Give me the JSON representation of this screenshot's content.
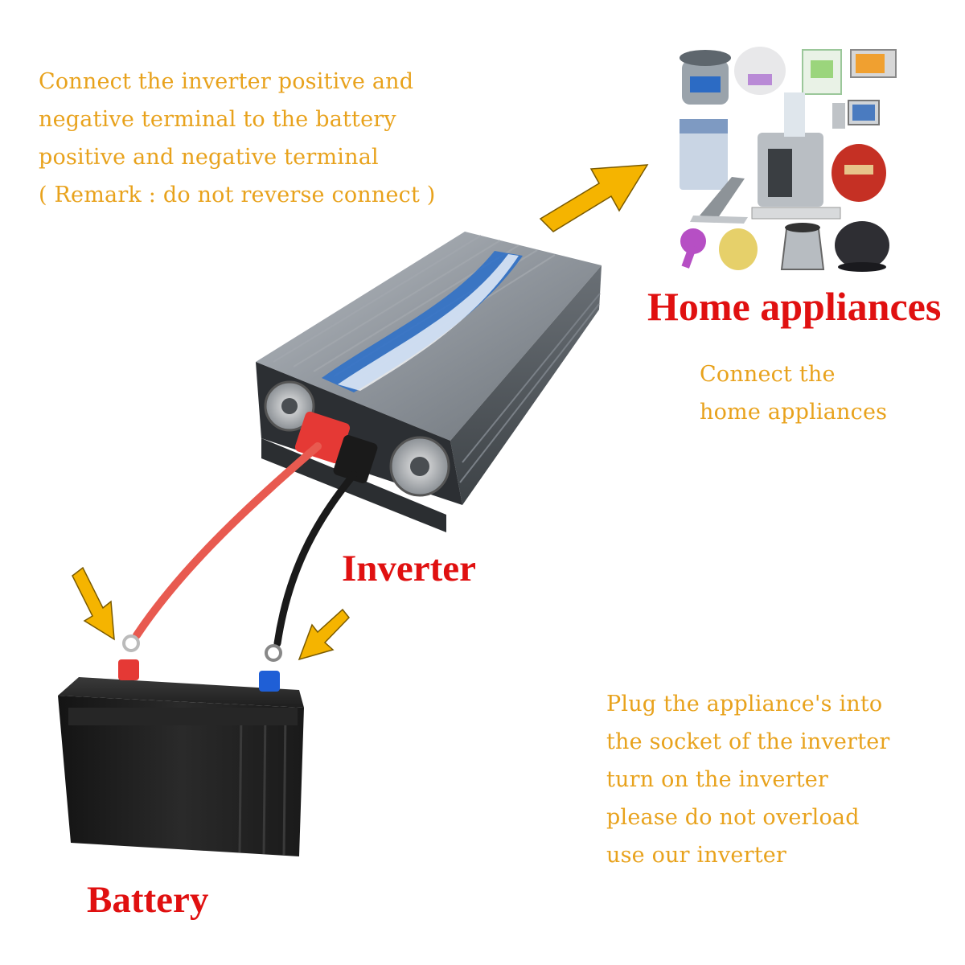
{
  "instructions": {
    "connect_battery": [
      "Connect the inverter positive and",
      "negative terminal to the battery",
      "positive and negative terminal",
      "( Remark : do not reverse connect )"
    ],
    "connect_appliances": [
      "Connect the",
      "home appliances"
    ],
    "usage": [
      "Plug the appliance's into",
      "the socket of the inverter",
      "turn on the inverter",
      "please do not overload",
      "use our inverter"
    ]
  },
  "labels": {
    "home_appliances": "Home appliances",
    "inverter": "Inverter",
    "battery": "Battery"
  },
  "colors": {
    "note_text": "#e8a21c",
    "label_text": "#e01010",
    "arrow_fill": "#f5b400",
    "positive": "#e53935",
    "negative": "#1f5fd6"
  },
  "icons": [
    "inverter-image",
    "battery-image",
    "home-appliances-image",
    "arrow-icon"
  ]
}
